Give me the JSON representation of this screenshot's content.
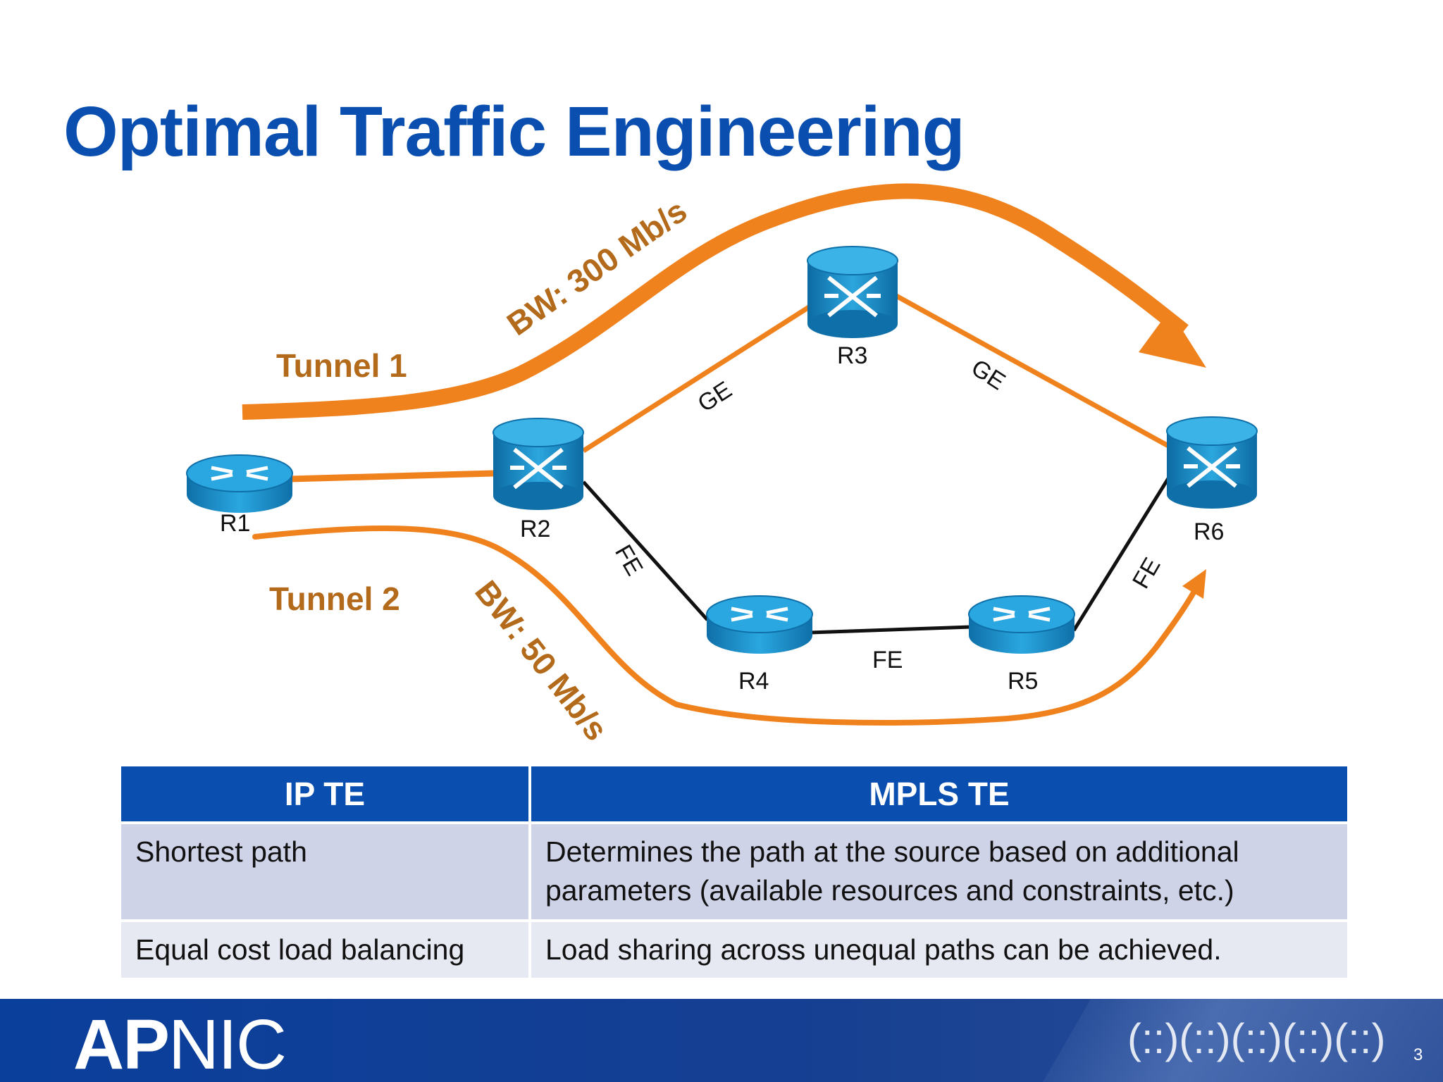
{
  "title": "Optimal Traffic Engineering",
  "diagram": {
    "nodes": {
      "r1": "R1",
      "r2": "R2",
      "r3": "R3",
      "r4": "R4",
      "r5": "R5",
      "r6": "R6"
    },
    "links": {
      "r2_r3": "GE",
      "r3_r6": "GE",
      "r2_r4": "FE",
      "r4_r5": "FE",
      "r5_r6": "FE"
    },
    "tunnels": {
      "tunnel1": {
        "name": "Tunnel 1",
        "bandwidth": "BW: 300 Mb/s"
      },
      "tunnel2": {
        "name": "Tunnel 2",
        "bandwidth": "BW: 50 Mb/s"
      }
    },
    "colors": {
      "tunnel": "#f0821e",
      "tunnel_label": "#b36a1a",
      "router": "#1f9bd6",
      "fast_link": "#111111"
    }
  },
  "table": {
    "headers": [
      "IP TE",
      "MPLS TE"
    ],
    "rows": [
      [
        "Shortest path",
        "Determines the path at the source based on additional parameters (available resources and constraints, etc.)"
      ],
      [
        "Equal cost load balancing",
        "Load sharing across unequal paths can be achieved."
      ]
    ]
  },
  "footer": {
    "logo_bold": "AP",
    "logo_light": "NIC",
    "mark": "(::)(::)(::)(::)(::)"
  },
  "page_number": "3",
  "colors": {
    "title": "#0a4fb0",
    "table_header": "#0a4fb0",
    "footer": "#0a3f9c"
  }
}
